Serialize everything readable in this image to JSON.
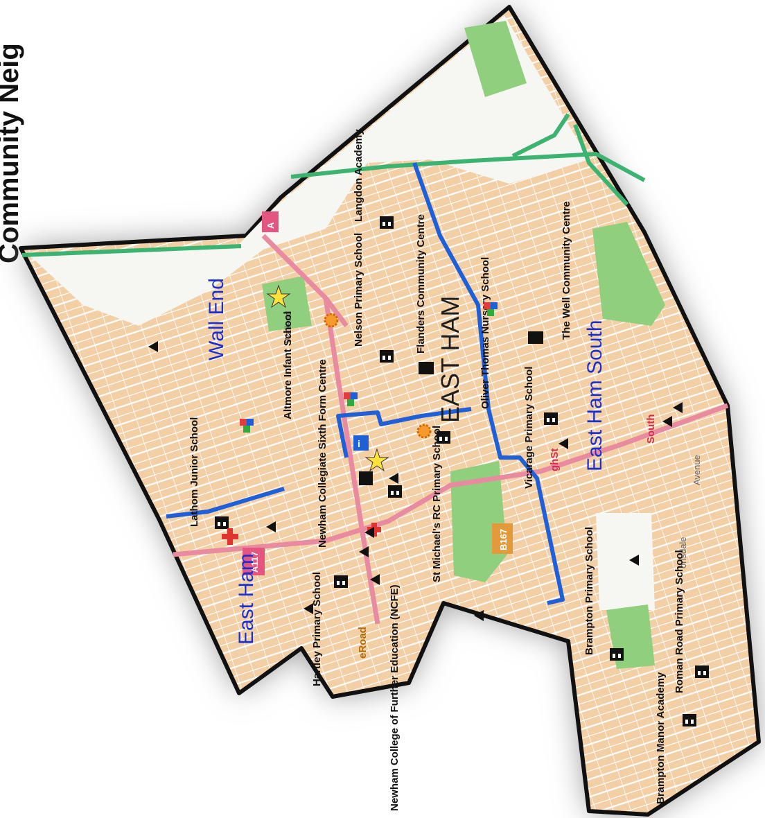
{
  "map_title": "Community Neig",
  "area_labels": {
    "wall_end": "Wall End",
    "east_ham": "East Ham",
    "east_ham_south": "East Ham South",
    "town": "EAST HAM"
  },
  "places": {
    "langdon": "Langdon Academy",
    "nelson": "Nelson Primary School",
    "flanders": "Flanders Community Centre",
    "the_well": "The Well Community Centre",
    "altmore": "Altmore Infant School",
    "oliver": "Oliver Thomas Nursery School",
    "vicarage": "Vicarage Primary School",
    "lathom": "Lathom Junior School",
    "newham_collegiate": "Newham Collegiate Sixth Form Centre",
    "st_michaels": "St Michael's RC Primary School",
    "hartley": "Hartley Primary School",
    "ncfe": "Newham College of Further Education (NCFE)",
    "brampton_primary": "Brampton Primary School",
    "roman_road": "Roman Road Primary School",
    "brampton_manor": "Brampton Manor Academy"
  },
  "road_labels": {
    "a117": "A117",
    "a13": "A",
    "b167": "B167",
    "south": "South",
    "road": "eRoad",
    "highst": "ghSt",
    "avenue": "Avenue",
    "wallend": "Wallend",
    "lonsdale": "onsdale"
  },
  "colors": {
    "boundary": "#111111",
    "residential": "#f3cfa6",
    "park": "#8fcf7e",
    "main_road": "#e88aa0",
    "walking_route": "#1f5fd8",
    "area_label": "#1a2fd0",
    "green_route": "#3cb371"
  }
}
